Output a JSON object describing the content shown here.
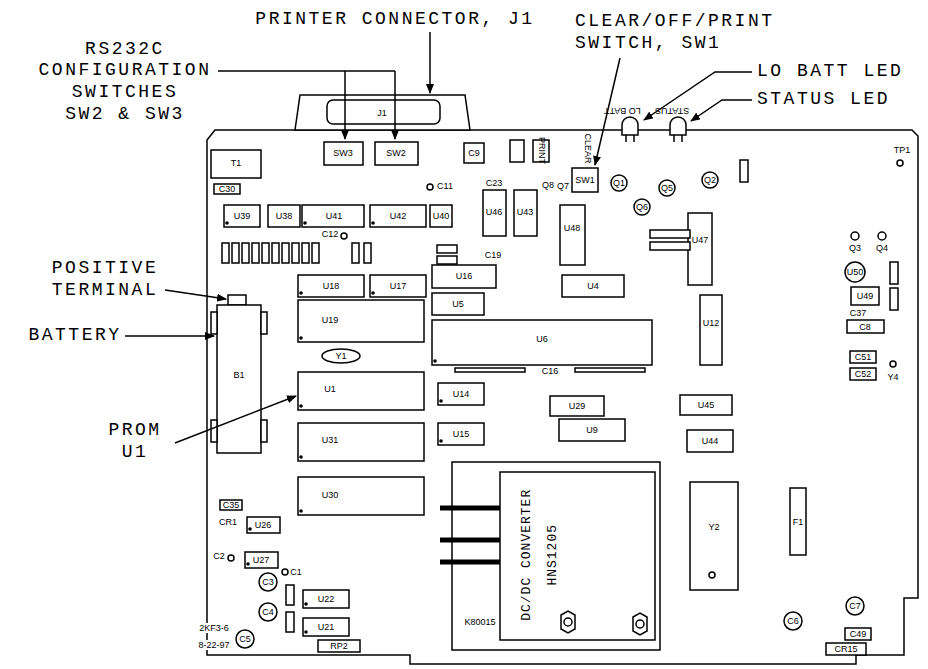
{
  "diagram": {
    "labels": [
      "PRINTER CONNECTOR, J1",
      "RS232C CONFIGURATION SWITCHES SW2 & SW3",
      "CLEAR/OFF/PRINT SWITCH, SW1",
      "LO BATT LED",
      "STATUS LED",
      "POSITIVE TERMINAL",
      "BATTERY",
      "PROM U1",
      "J1",
      "SW3",
      "SW2",
      "C9",
      "PRINT",
      "CLEAR",
      "SW1",
      "LO BATT",
      "STATUS",
      "Q1",
      "Q2",
      "TP1",
      "T1",
      "C30",
      "U39",
      "U38",
      "U41",
      "U42",
      "U40",
      "C11",
      "C23",
      "U46",
      "U43",
      "U48",
      "Q8",
      "Q7",
      "Q5",
      "Q6",
      "U47",
      "Q3",
      "Q4",
      "C12",
      "C19",
      "U18",
      "U17",
      "U16",
      "U4",
      "U5",
      "U50",
      "U49",
      "C37",
      "C8",
      "U19",
      "Y1",
      "U6",
      "U12",
      "C51",
      "C52",
      "Y4",
      "B1",
      "U1",
      "C16",
      "U14",
      "U29",
      "U45",
      "U15",
      "U9",
      "U44",
      "U31",
      "C35",
      "CR1",
      "U26",
      "C2",
      "U30",
      "U27",
      "C1",
      "C3",
      "C4",
      "U22",
      "U21",
      "C5",
      "RP2",
      "DC/DC CONVERTER",
      "HNS1205",
      "K80015",
      "Y2",
      "F1",
      "C7",
      "C6",
      "C49",
      "CR15",
      "2KF3-6",
      "8-22-97"
    ]
  }
}
